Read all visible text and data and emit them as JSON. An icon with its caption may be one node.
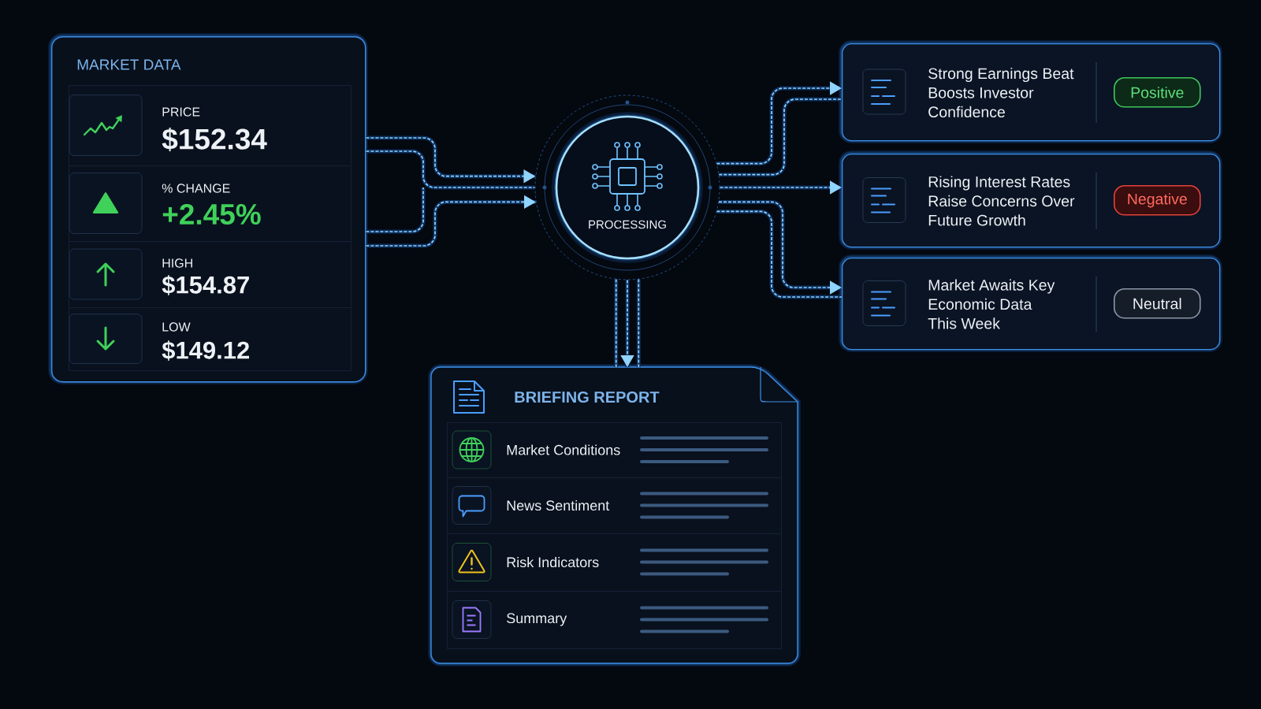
{
  "diagram": {
    "nodes": [
      {
        "text": [
          "MARKET DATA"
        ]
      },
      {
        "text": [
          "PRICE",
          "$152.34"
        ],
        "in": 0
      },
      {
        "text": [
          "% CHANGE",
          "+2.45%"
        ],
        "in": 0
      },
      {
        "text": [
          "HIGH",
          "$154.87"
        ],
        "in": 0
      },
      {
        "text": [
          "LOW",
          "$149.12"
        ],
        "in": 0
      },
      {
        "text": [
          "PROCESSING"
        ]
      },
      {
        "text": [
          "Strong Earnings Beat Boosts Investor Confidence"
        ]
      },
      {
        "text": [
          "Positive"
        ],
        "in": 6
      },
      {
        "text": [
          "Rising Interest Rates Raise Concerns Over Future Growth"
        ]
      },
      {
        "text": [
          "Negative"
        ],
        "in": 8
      },
      {
        "text": [
          "Market Awaits Key Economic Data This Week"
        ]
      },
      {
        "text": [
          "Neutral"
        ],
        "in": 10
      },
      {
        "text": [
          "BRIEFING REPORT"
        ]
      },
      {
        "text": [
          "Market Conditions"
        ],
        "in": 12
      },
      {
        "text": [
          "News Sentiment"
        ],
        "in": 12
      },
      {
        "text": [
          "Risk Indicators"
        ],
        "in": 12
      },
      {
        "text": [
          "Summary"
        ],
        "in": 12
      }
    ],
    "edges": [
      {
        "from": 0,
        "to": 5,
        "arrow": "to"
      },
      {
        "from": 0,
        "to": 5,
        "arrow": "none"
      },
      {
        "from": 0,
        "to": 5,
        "arrow": "to"
      },
      {
        "from": 5,
        "to": 6,
        "arrow": "to"
      },
      {
        "from": 5,
        "to": 6,
        "arrow": "none"
      },
      {
        "from": 5,
        "to": 8,
        "arrow": "to"
      },
      {
        "from": 5,
        "to": 10,
        "arrow": "to"
      },
      {
        "from": 5,
        "to": 10,
        "arrow": "none"
      },
      {
        "from": 5,
        "to": 12,
        "arrow": "none"
      },
      {
        "from": 5,
        "to": 12,
        "arrow": "to"
      },
      {
        "from": 5,
        "to": 12,
        "arrow": "none"
      }
    ]
  }
}
